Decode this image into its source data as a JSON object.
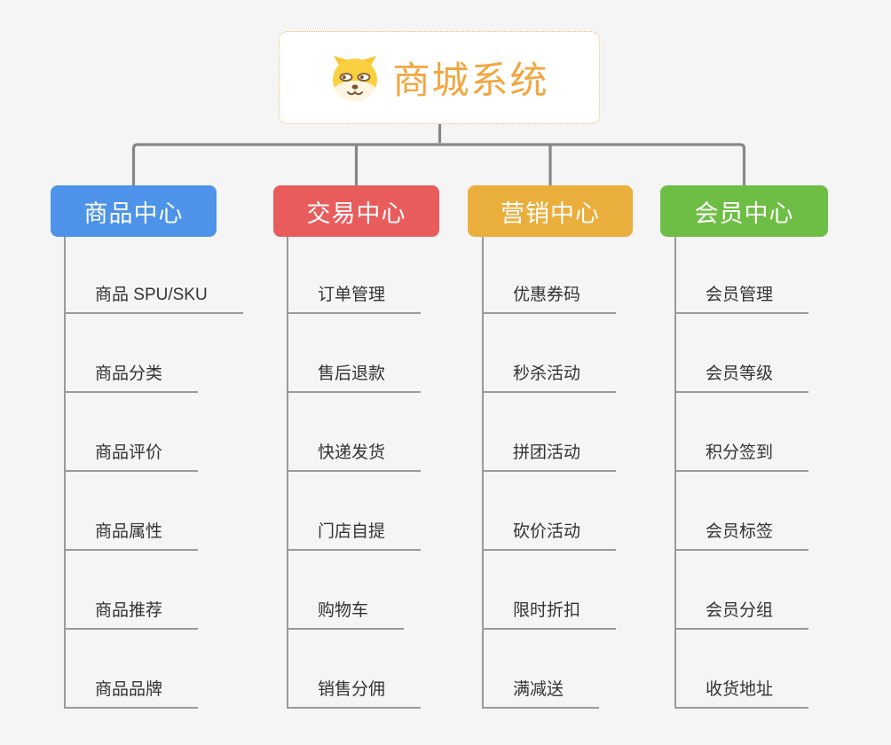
{
  "root": {
    "title": "商城系统",
    "icon": "shiba-dog-icon",
    "title_color": "#F2A640",
    "border_color": "#F0B964"
  },
  "colors": {
    "background": "#F5F5F6",
    "connector": "#878787",
    "child_line": "#9A9A9A",
    "child_text": "#333333"
  },
  "branches": [
    {
      "id": "product-center",
      "label": "商品中心",
      "color": "#4C93E9",
      "children": [
        "商品 SPU/SKU",
        "商品分类",
        "商品评价",
        "商品属性",
        "商品推荐",
        "商品品牌"
      ]
    },
    {
      "id": "trade-center",
      "label": "交易中心",
      "color": "#E85D5C",
      "children": [
        "订单管理",
        "售后退款",
        "快递发货",
        "门店自提",
        "购物车",
        "销售分佣"
      ]
    },
    {
      "id": "marketing-center",
      "label": "营销中心",
      "color": "#EAAE3D",
      "children": [
        "优惠券码",
        "秒杀活动",
        "拼团活动",
        "砍价活动",
        "限时折扣",
        "满减送"
      ]
    },
    {
      "id": "member-center",
      "label": "会员中心",
      "color": "#6EBE45",
      "children": [
        "会员管理",
        "会员等级",
        "积分签到",
        "会员标签",
        "会员分组",
        "收货地址"
      ]
    }
  ]
}
